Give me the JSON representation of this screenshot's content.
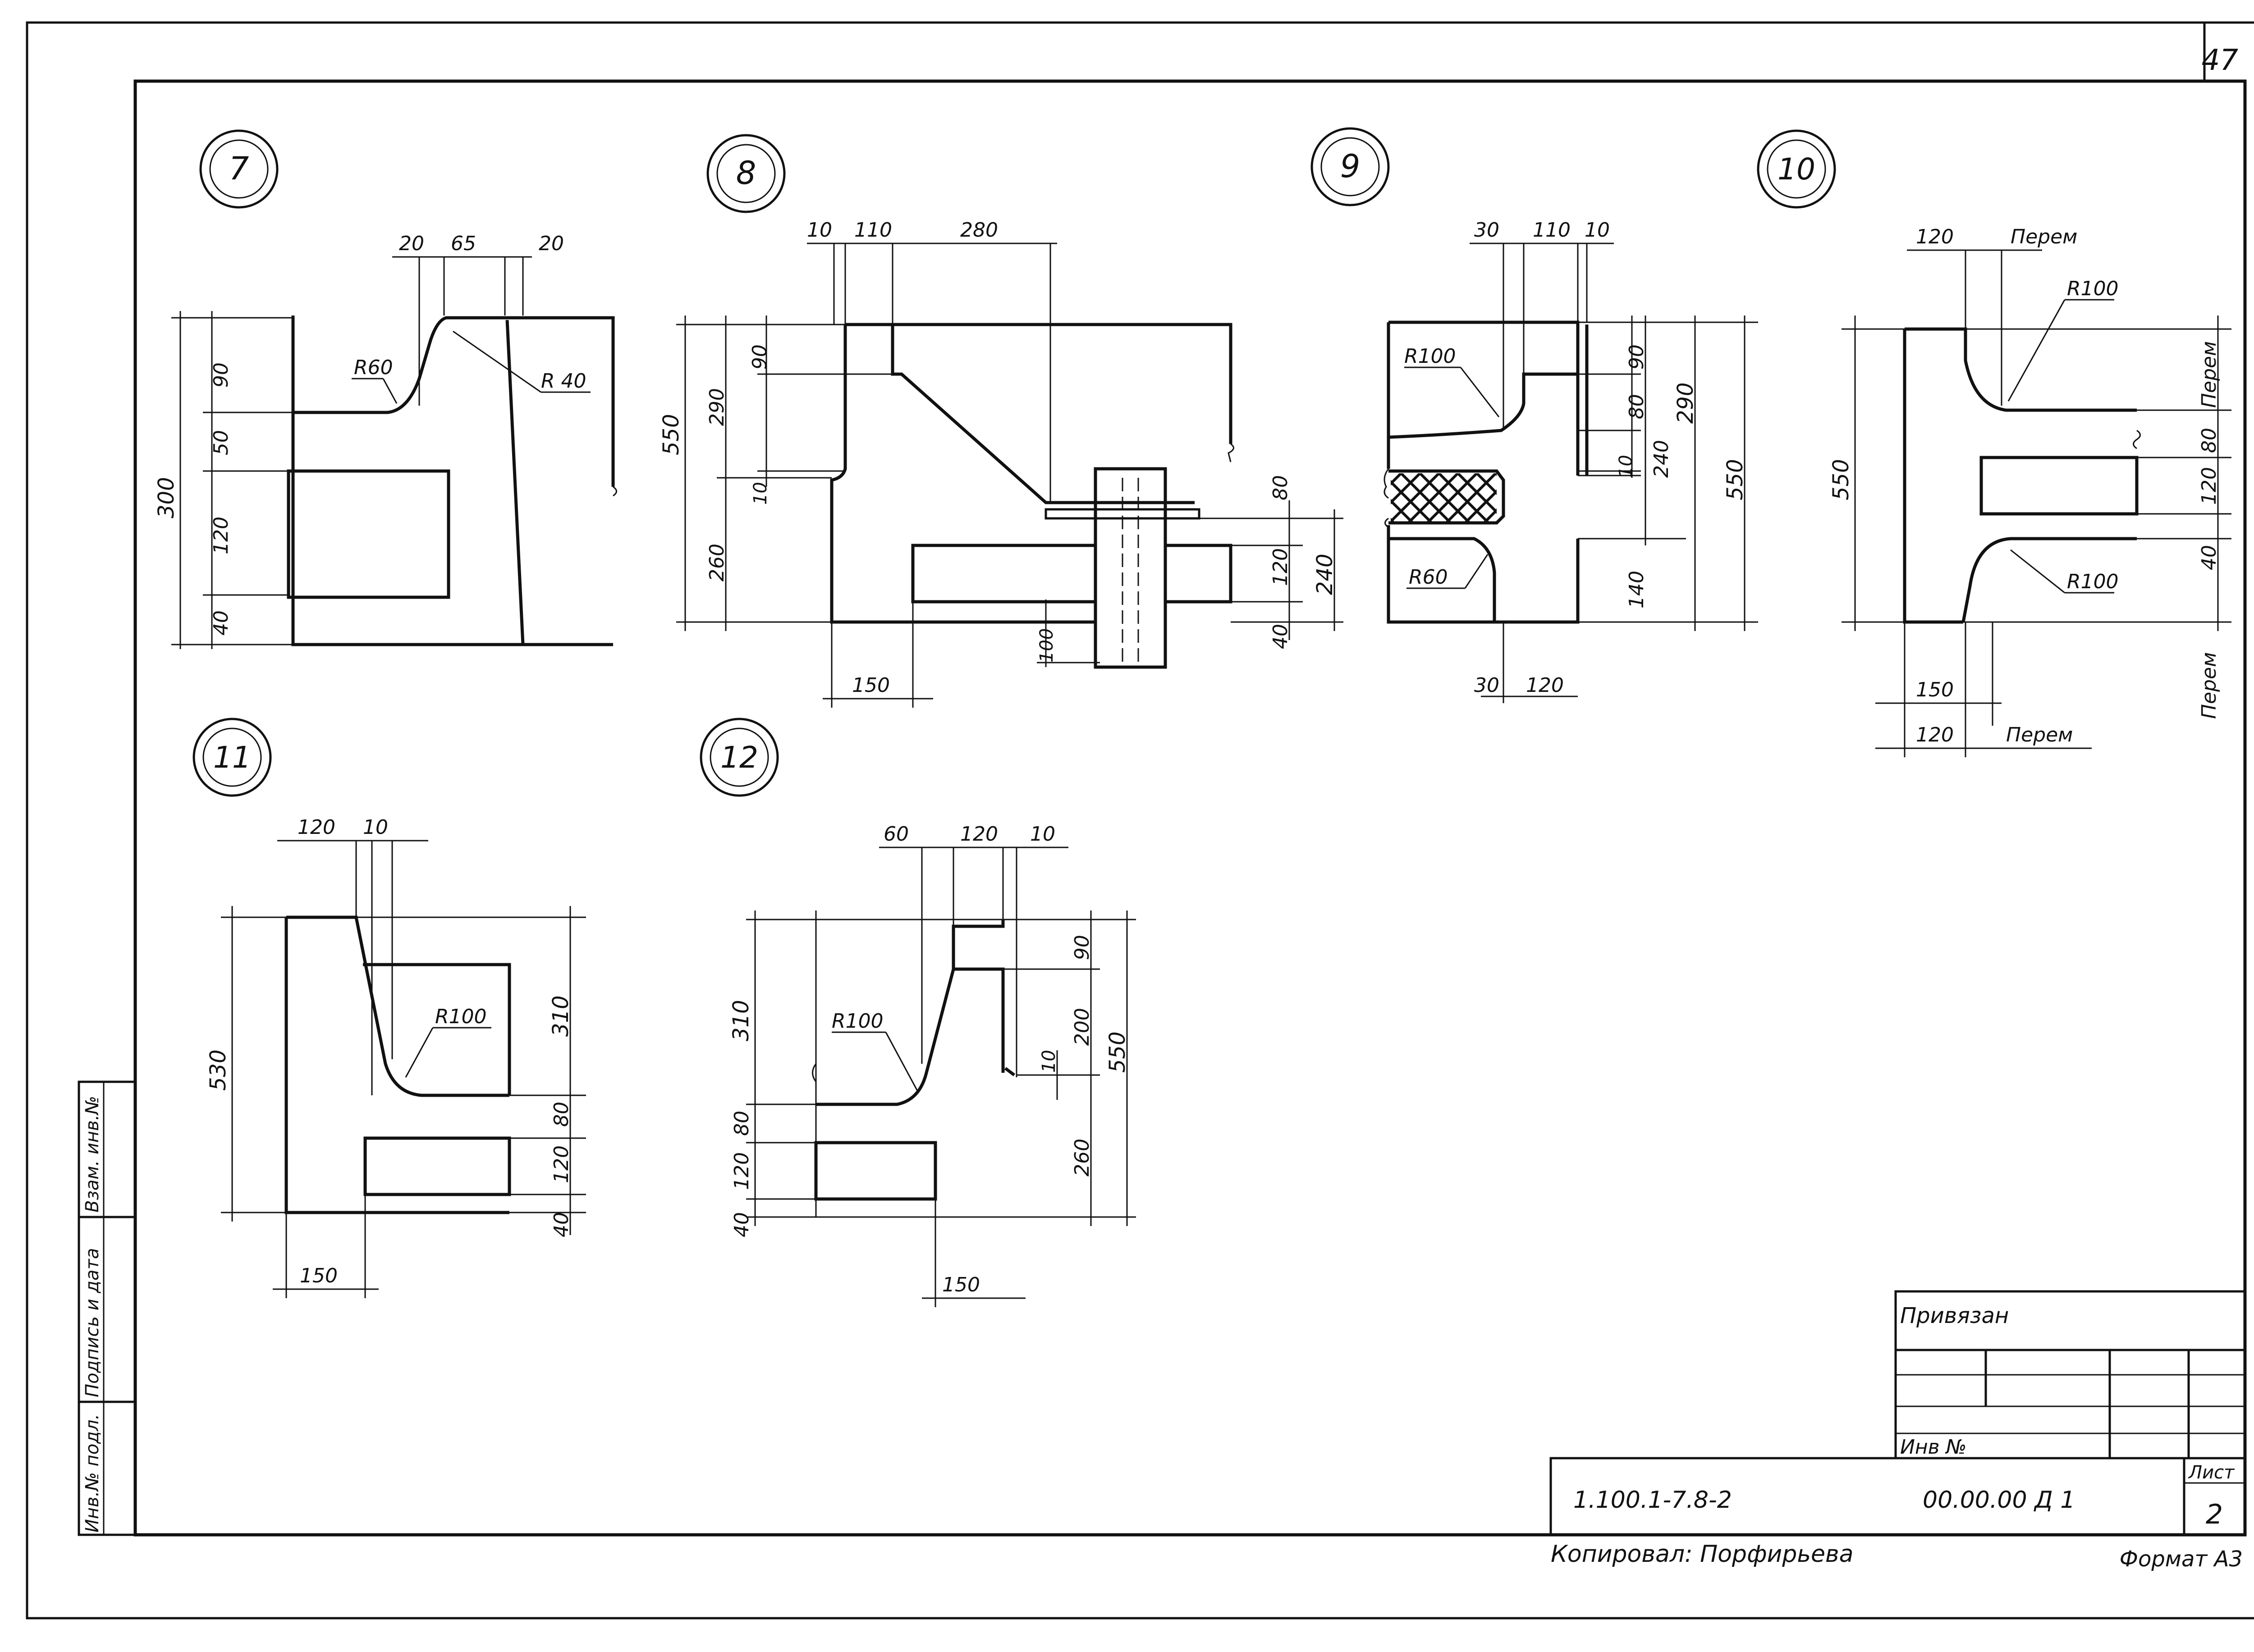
{
  "sheet_number": "47",
  "details": [
    {
      "id": "7",
      "dims": [
        "20",
        "65",
        "20",
        "90",
        "50",
        "120",
        "40",
        "300"
      ],
      "radii": [
        "R60",
        "R 40"
      ]
    },
    {
      "id": "8",
      "dims": [
        "10",
        "110",
        "280",
        "90",
        "290",
        "10",
        "260",
        "550",
        "80",
        "120",
        "240",
        "40",
        "100",
        "150"
      ],
      "radii": []
    },
    {
      "id": "9",
      "dims": [
        "30",
        "110",
        "10",
        "90",
        "80",
        "10",
        "240",
        "290",
        "550",
        "140",
        "30",
        "120"
      ],
      "radii": [
        "R100",
        "R60"
      ]
    },
    {
      "id": "10",
      "dims": [
        "120",
        "Перем",
        "550",
        "Перем",
        "80",
        "120",
        "40",
        "Перем",
        "150",
        "120",
        "Перем"
      ],
      "radii": [
        "R100",
        "R100"
      ]
    },
    {
      "id": "11",
      "dims": [
        "120",
        "10",
        "530",
        "310",
        "80",
        "120",
        "40",
        "150"
      ],
      "radii": [
        "R100"
      ]
    },
    {
      "id": "12",
      "dims": [
        "60",
        "120",
        "10",
        "310",
        "90",
        "200",
        "550",
        "10",
        "80",
        "120",
        "40",
        "260",
        "150"
      ],
      "radii": [
        "R100"
      ]
    }
  ],
  "side_stamp": [
    "Инв.№ подл.",
    "Подпись и дата",
    "Взам. инв.№"
  ],
  "title_block": {
    "bound": "Привязан",
    "inv_label": "Инв №",
    "code": "1.100.1-7.8-2",
    "doc_number": "00.00.00 Д 1",
    "sheet_label": "Лист",
    "sheet_value": "2"
  },
  "footer": {
    "copied_by": "Копировал: Порфирьева",
    "format": "Формат А3"
  }
}
